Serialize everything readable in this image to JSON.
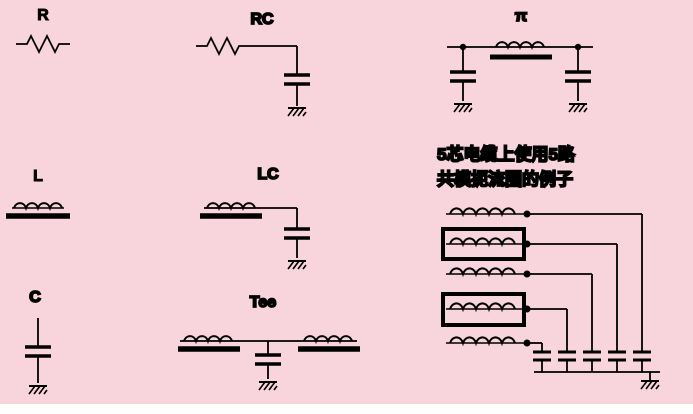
{
  "sections": {
    "r": {
      "label": "R"
    },
    "rc": {
      "label": "RC"
    },
    "pi": {
      "label": "π"
    },
    "l": {
      "label": "L"
    },
    "lc": {
      "label": "LC"
    },
    "c": {
      "label": "C"
    },
    "tee": {
      "label": "Tee"
    },
    "choke_example": {
      "caption_line1": "5芯电缆上使用5路",
      "caption_line2": "共模扼流圈的例子"
    }
  },
  "colors": {
    "background": "#f8d4dc",
    "line": "#000000",
    "footer_strip": "#ffffff"
  }
}
